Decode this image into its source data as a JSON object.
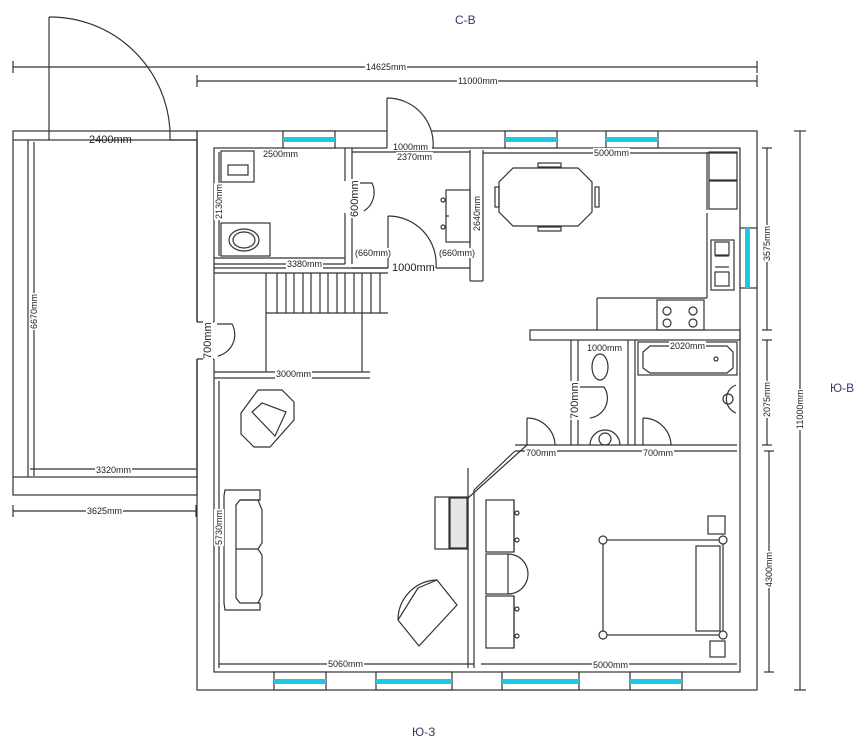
{
  "compass": {
    "north_east": "С-В",
    "south_east": "Ю-В",
    "south_west": "Ю-З"
  },
  "colors": {
    "wall": "#333333",
    "window_glass": "#1ec8e0",
    "background": "#ffffff"
  },
  "dimensions": {
    "overall_width_with_terrace": "14625mm",
    "house_width": "11000mm",
    "house_depth": "11000mm",
    "terrace_door": "2400mm",
    "terrace_depth": "6670mm",
    "terrace_inner_width": "3320mm",
    "terrace_outer_width": "3625mm",
    "bath1_width": "2500mm",
    "bath1_depth": "2130mm",
    "bath1_door": "600mm",
    "hall_top_door": "1000mm",
    "hall_width": "2370mm",
    "hall_depth": "2640mm",
    "hall_left_passage": "(660mm)",
    "hall_right_passage": "(660mm)",
    "hall_bottom_door": "1000mm",
    "stair_block_width": "3380mm",
    "living_side_door": "700mm",
    "stair_under_width": "3000mm",
    "kitchen_width": "5000mm",
    "kitchen_depth": "3575mm",
    "wc_width": "1000mm",
    "wc_door": "700mm",
    "bath2_width": "2020mm",
    "bath2_depth": "2075mm",
    "bedroom_door_left": "700mm",
    "bedroom_door_right": "700mm",
    "living_depth": "5730mm",
    "living_width": "5060mm",
    "bedroom_width": "5000mm",
    "bedroom_depth": "4300mm"
  }
}
